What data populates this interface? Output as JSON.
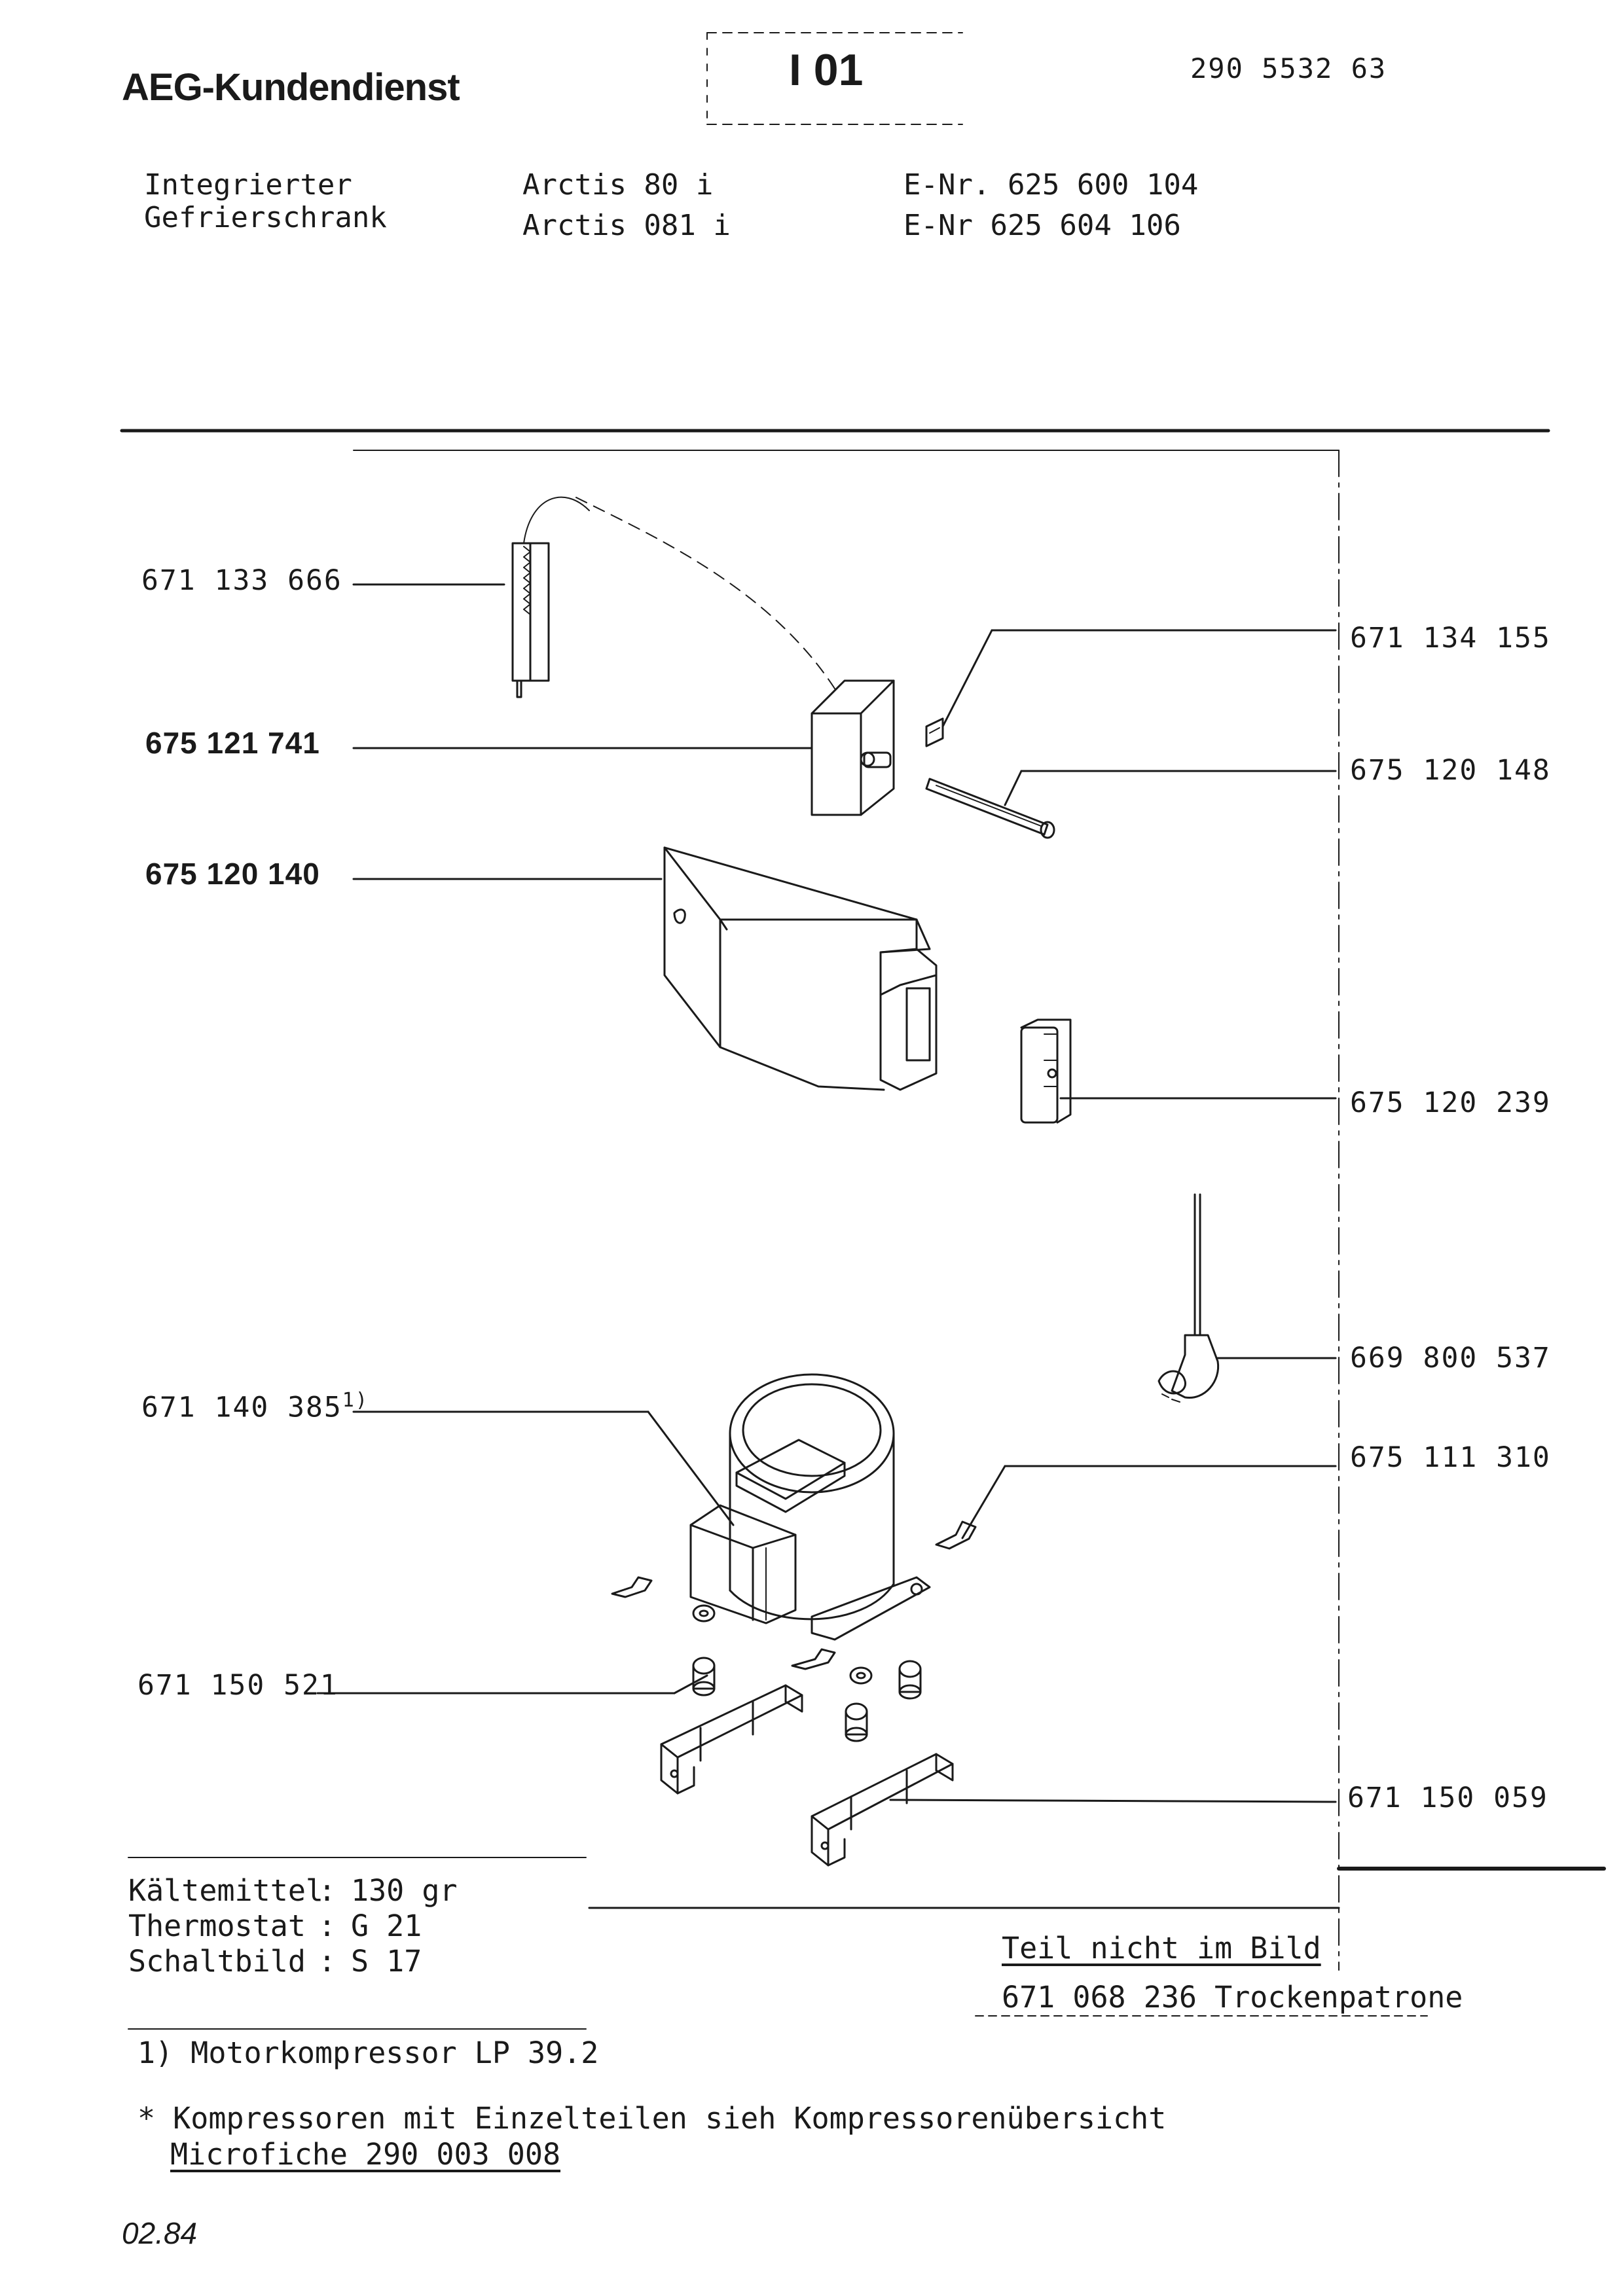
{
  "header": {
    "brand": "AEG-Kundendienst",
    "section_code": "I 01",
    "document_number": "290 5532 63"
  },
  "product": {
    "type_line1": "Integrierter",
    "type_line2": "Gefrierschrank",
    "models": [
      "Arctis 80 i",
      "Arctis 081 i"
    ],
    "enr": [
      "E-Nr. 625 600 104",
      "E-Nr 625 604 106"
    ]
  },
  "parts": {
    "thermostat_capillary": "671 133 666",
    "thermostat": "675 121 741",
    "housing": "675 120 140",
    "clip": "671 134 155",
    "shaft": "675 120 148",
    "switch": "675 120 239",
    "relay_cable": "669 800 537",
    "compressor": "671 140 385",
    "compressor_note_ref": "1)",
    "clamp": "675 111 310",
    "grommets": "671 150 521",
    "mounting_rail": "671 150 059"
  },
  "specs": [
    {
      "label": "Kältemittel",
      "sep": ":",
      "value": "130 gr"
    },
    {
      "label": "Thermostat",
      "sep": ":",
      "value": "G 21"
    },
    {
      "label": "Schaltbild",
      "sep": ":",
      "value": "S 17"
    }
  ],
  "not_in_picture": {
    "heading": "Teil nicht im Bild",
    "item": "671 068 236 Trockenpatrone"
  },
  "footnotes": {
    "note1": "1) Motorkompressor LP 39.2",
    "note2": "* Kompressoren mit Einzelteilen sieh Kompressorenübersicht",
    "note2_ref": "Microfiche 290 003 008"
  },
  "date": "02.84"
}
